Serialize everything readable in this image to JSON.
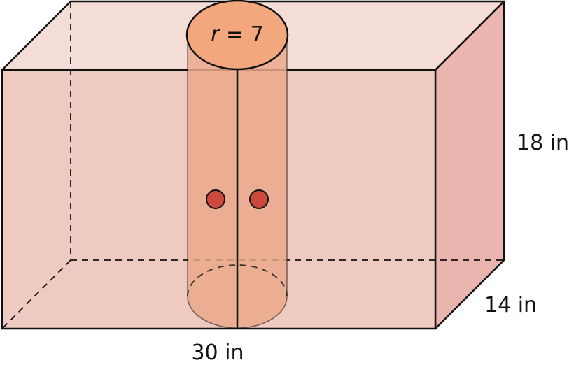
{
  "labels": {
    "radius_var": "r",
    "radius_rest": " = 7",
    "height": "18 in",
    "depth": "14 in",
    "width": "30 in"
  },
  "colors": {
    "box_front": "#efcac1",
    "box_top": "#f4ddd6",
    "box_side": "#e9b5ae",
    "cylinder_body": "#eaa98b",
    "cylinder_top": "#f2a77d",
    "dots": "#cc4a3c",
    "stroke": "#111111"
  }
}
